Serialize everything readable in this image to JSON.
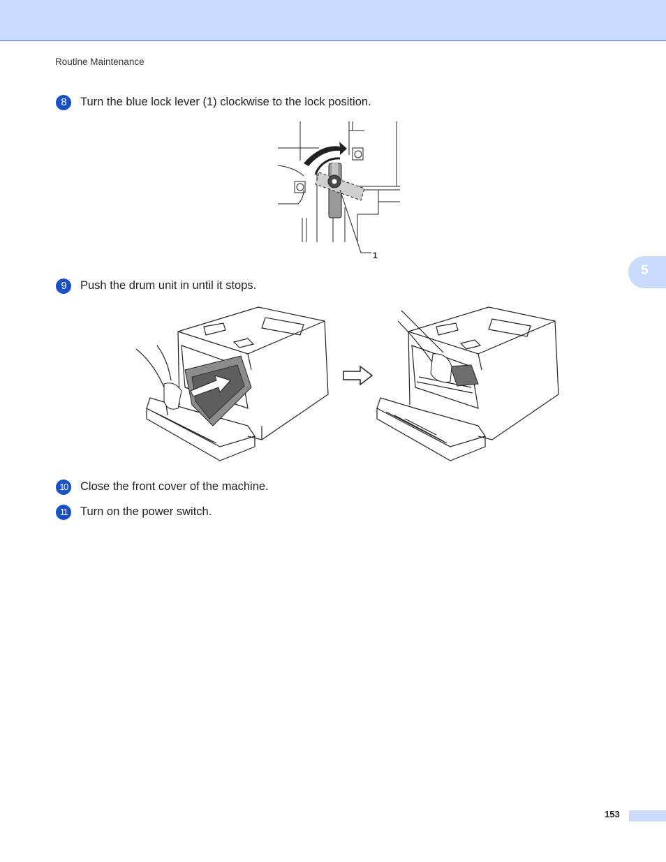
{
  "header": {
    "running_title": "Routine Maintenance"
  },
  "chapter_tab": {
    "number": "5"
  },
  "steps": [
    {
      "number": "8",
      "text": "Turn the blue lock lever (1) clockwise to the lock position."
    },
    {
      "number": "9",
      "text": "Push the drum unit in until it stops."
    },
    {
      "number": "10",
      "text": "Close the front cover of the machine."
    },
    {
      "number": "11",
      "text": "Turn on the power switch."
    }
  ],
  "figure_lever": {
    "callout": "1"
  },
  "footer": {
    "page_number": "153"
  },
  "colors": {
    "band": "#c9dcff",
    "step_badge": "#1a4fc7"
  }
}
